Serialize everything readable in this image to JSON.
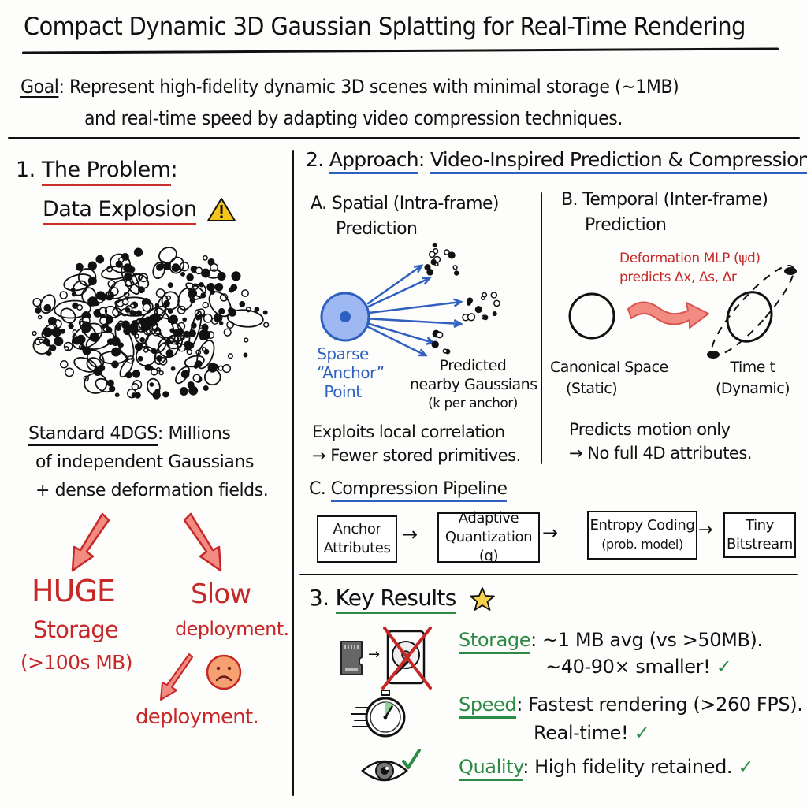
{
  "title": "Compact Dynamic 3D Gaussian Splatting for Real-Time Rendering",
  "goal": {
    "label": "Goal",
    "line1": "Represent high-fidelity dynamic 3D scenes with minimal storage (~1MB)",
    "line2": "and real-time speed by adapting video compression techniques."
  },
  "problem": {
    "number": "1.",
    "heading1": "The Problem",
    "heading1_suffix": ":",
    "heading2": "Data Explosion",
    "warning_icon": "warning-icon",
    "standard_label": "Standard 4DGS",
    "standard_line1_rest": ": Millions",
    "standard_line2": "of independent Gaussians",
    "standard_line3": "+ dense deformation fields.",
    "huge": "HUGE",
    "storage": "Storage",
    "storage_size": "(>100s MB)",
    "slow": "Slow",
    "slow_deployment": "deployment.",
    "deployment": "deployment.",
    "sad_icon": "sad-face-icon"
  },
  "approach": {
    "number": "2.",
    "heading_label": "Approach",
    "heading_rest": "Video-Inspired Prediction & Compression",
    "spatial": {
      "title_line1": "A. Spatial (Intra-frame)",
      "title_line2": "Prediction",
      "anchor_line1": "Sparse",
      "anchor_line2": "“Anchor”",
      "anchor_line3": "Point",
      "predicted_line1": "Predicted",
      "predicted_line2": "nearby Gaussians",
      "predicted_line3": "(k per anchor)",
      "note_line1": "Exploits local correlation",
      "note_line2": "→ Fewer stored primitives."
    },
    "temporal": {
      "title_line1": "B. Temporal (Inter-frame)",
      "title_line2": "Prediction",
      "mlp_line1": "Deformation MLP (ψd)",
      "mlp_line2": "predicts Δx, Δs, Δr",
      "canonical_line1": "Canonical Space",
      "canonical_line2": "(Static)",
      "time_line1": "Time t",
      "time_line2": "(Dynamic)",
      "note_line1": "Predicts motion only",
      "note_line2": "→ No full 4D attributes."
    },
    "pipeline": {
      "prefix": "C.",
      "heading": "Compression Pipeline",
      "steps": [
        {
          "line1": "Anchor",
          "line2": "Attributes"
        },
        {
          "line1": "Adaptive",
          "line2": "Quantization (q)"
        },
        {
          "line1": "Entropy Coding",
          "line2": "(prob. model)"
        },
        {
          "line1": "Tiny",
          "line2": "Bitstream"
        }
      ]
    }
  },
  "results": {
    "number": "3.",
    "heading": "Key Results",
    "star_icon": "star-icon",
    "items": [
      {
        "label": "Storage",
        "line1": ": ~1 MB avg (vs >50MB).",
        "line2": "~40-90× smaller! ✓"
      },
      {
        "label": "Speed",
        "line1": ": Fastest rendering (>260 FPS).",
        "line2": "Real-time! ✓"
      },
      {
        "label": "Quality",
        "line1": ": High fidelity retained. ✓",
        "line2": ""
      }
    ]
  },
  "colors": {
    "red": "#c62828",
    "blue": "#2f5fbf",
    "green": "#2e8b46",
    "warning": "#f5c518",
    "sad_face": "#f4a460"
  }
}
